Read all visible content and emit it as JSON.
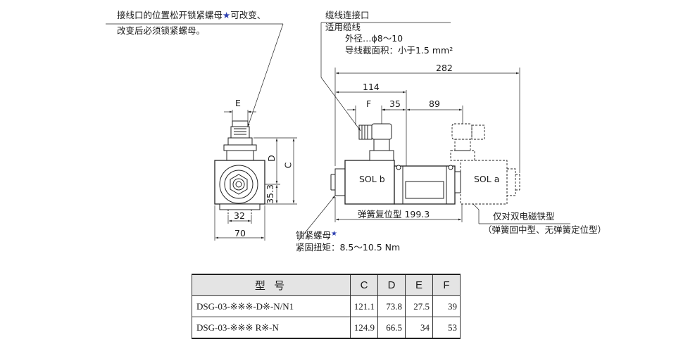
{
  "annotations": {
    "lock_nut_note_line1": "接线口的位置松开锁紧螺母",
    "lock_nut_note_star": "★",
    "lock_nut_note_tail": "可改变、",
    "lock_nut_note_line2": "改变后必须锁紧螺母。",
    "cable_port_title": "缆线连接口",
    "cable_port_applicable": "适用缆线",
    "cable_port_od": "外径…ϕ8～10",
    "cable_port_area": "导线截面积：小于1.5 mm²",
    "lock_nut_label": "锁紧螺母",
    "lock_nut_label_star": "★",
    "torque": "紧固扭矩：8.5～10.5 Nm",
    "double_solenoid_only": "仅对双电磁铁型",
    "double_solenoid_types": "（弹簧回中型、无弹簧定位型）",
    "spring_return_length": "弹簧复位型 199.3"
  },
  "dimensions": {
    "E": "E",
    "D": "D",
    "C": "C",
    "h35_3": "35.3",
    "w32": "32",
    "w70": "70",
    "len282": "282",
    "len114": "114",
    "F": "F",
    "len35": "35",
    "len89": "89"
  },
  "solenoids": {
    "left": "SOL b",
    "right": "SOL a"
  },
  "table": {
    "headers": [
      "型 号",
      "C",
      "D",
      "E",
      "F"
    ],
    "rows": [
      [
        "DSG-03-※※※-D※-N/N1",
        "121.1",
        "73.8",
        "27.5",
        "39"
      ],
      [
        "DSG-03-※※※ R※-N",
        "124.9",
        "66.5",
        "34",
        "53"
      ]
    ]
  },
  "colors": {
    "star": "#2d3fb0",
    "header_bg": "#e4e4e4"
  }
}
